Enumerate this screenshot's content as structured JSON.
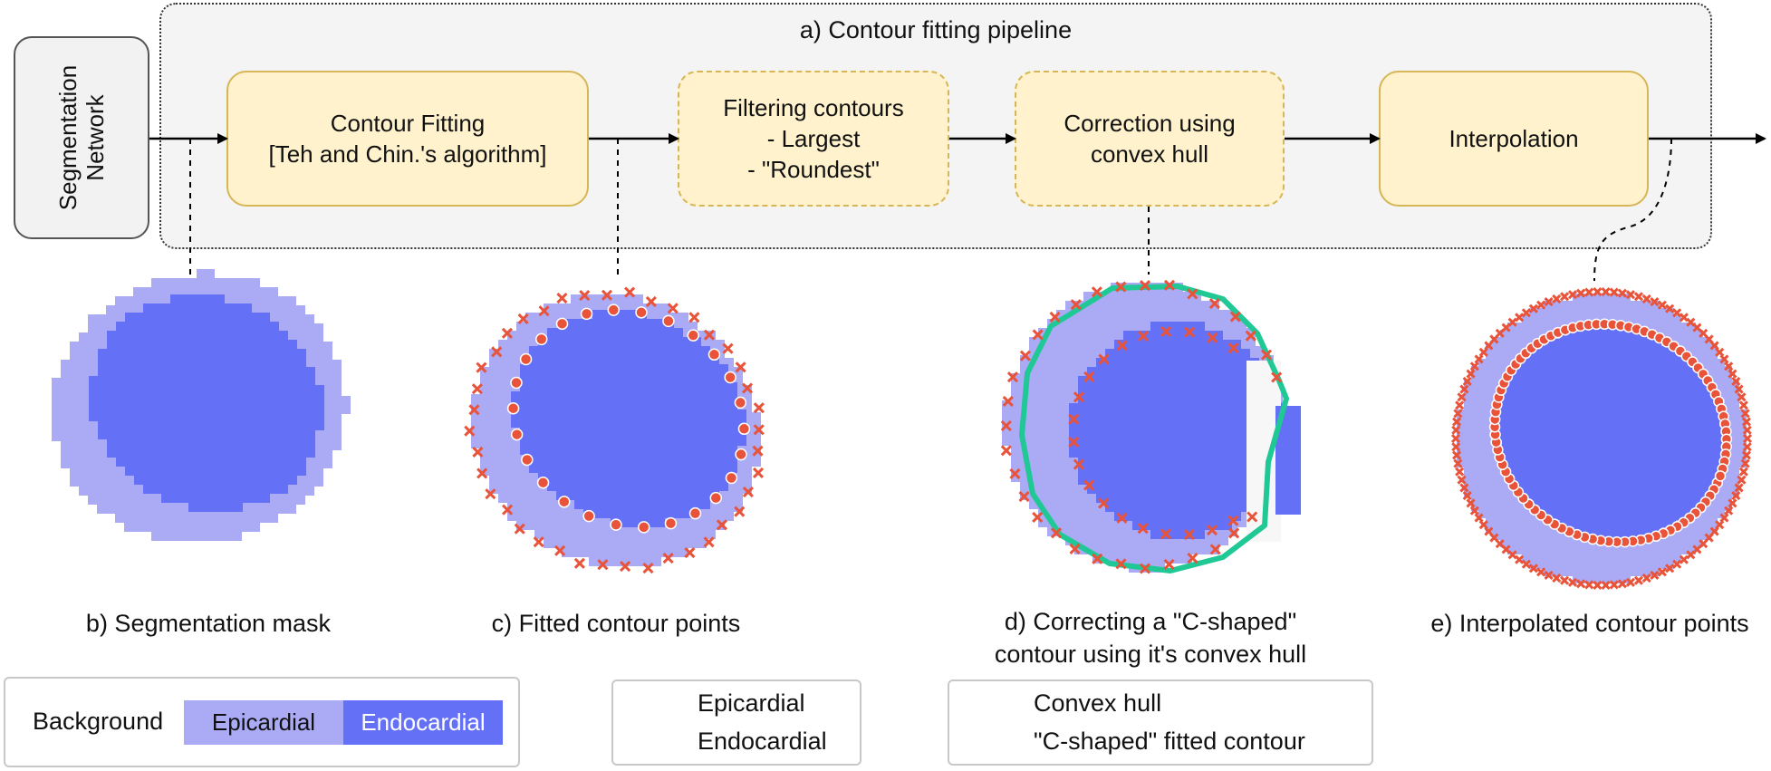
{
  "pipeline": {
    "title": "a) Contour fitting pipeline",
    "segmentation_label": "Segmentation Network",
    "steps": [
      {
        "id": "contour-fitting",
        "lines": [
          "Contour Fitting",
          "[Teh and Chin.'s algorithm]"
        ],
        "style": "solid"
      },
      {
        "id": "filtering",
        "lines": [
          "Filtering contours",
          "- Largest",
          "- \"Roundest\""
        ],
        "style": "dashed"
      },
      {
        "id": "correction",
        "lines": [
          "Correction using",
          "convex hull"
        ],
        "style": "dashed"
      },
      {
        "id": "interpolation",
        "lines": [
          "Interpolation"
        ],
        "style": "solid"
      }
    ]
  },
  "panels": [
    {
      "id": "b",
      "caption": [
        "b) Segmentation mask"
      ]
    },
    {
      "id": "c",
      "caption": [
        "c) Fitted contour points"
      ]
    },
    {
      "id": "d",
      "caption": [
        "d) Correcting a \"C-shaped\"",
        "contour using it's convex hull"
      ]
    },
    {
      "id": "e",
      "caption": [
        "e) Interpolated contour points"
      ]
    }
  ],
  "legends": {
    "regions": {
      "background": "Background",
      "epicardial": "Epicardial",
      "endocardial": "Endocardial"
    },
    "points": {
      "epicardial": "Epicardial",
      "endocardial": "Endocardial"
    },
    "hull": {
      "hull": "Convex hull",
      "c_shaped": "\"C-shaped\" fitted contour"
    }
  },
  "colors": {
    "epicardial": "#aaaaf5",
    "endocardial": "#6470f5",
    "marker": "#e8533a",
    "hull": "#1fc894",
    "step_fill": "#fff2cc",
    "step_border": "#d6b656"
  }
}
